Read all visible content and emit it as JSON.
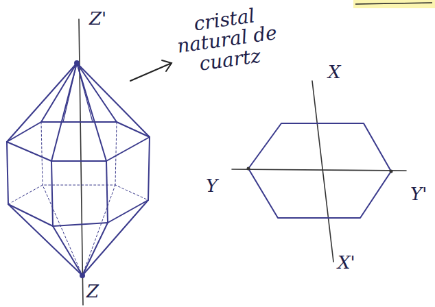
{
  "diagram": {
    "labels": [
      "Z'",
      "Z",
      "cristal natural de cuartz",
      "X",
      "X'",
      "Y",
      "Y'"
    ]
  }
}
